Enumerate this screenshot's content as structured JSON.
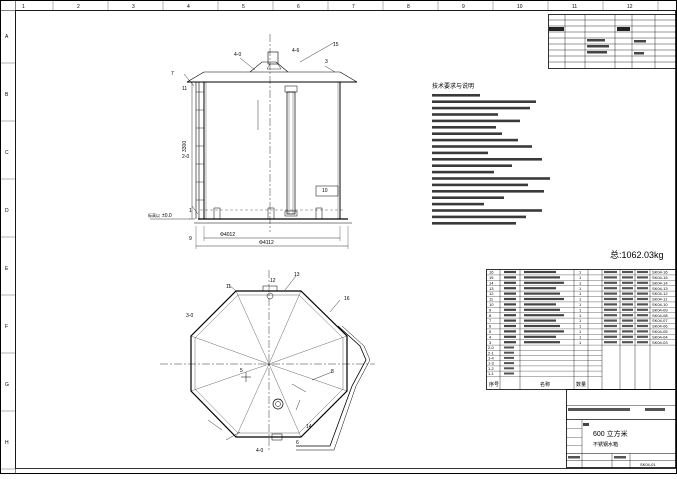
{
  "frame": {
    "top_zones": [
      "1",
      "2",
      "3",
      "4",
      "5",
      "6",
      "7",
      "8",
      "9",
      "10",
      "11",
      "12"
    ],
    "left_zones": [
      "A",
      "B",
      "C",
      "D",
      "E",
      "F",
      "G",
      "H"
    ]
  },
  "weight_label": "总:1062.03kg",
  "elevation_label": "±0.0",
  "elevation_note": "标高以",
  "dim_diameter": "Φ4112",
  "dim_inner": "Φ4012",
  "dim_height": "3300",
  "notes_title": "技术要求与说明",
  "callouts_elev": [
    "15",
    "3",
    "4-6",
    "4-0",
    "7",
    "11",
    "2-0",
    "10",
    "1",
    "9"
  ],
  "callouts_plan": [
    "11",
    "13",
    "12",
    "16",
    "3-0",
    "8",
    "5",
    "14",
    "4-0",
    "6"
  ],
  "parts": [
    {
      "no": "16",
      "qty": "1",
      "remark": "SK04-16"
    },
    {
      "no": "15",
      "qty": "1",
      "remark": "SK04-15"
    },
    {
      "no": "14",
      "qty": "1",
      "remark": "SK04-14"
    },
    {
      "no": "13",
      "qty": "1",
      "remark": "SK04-13"
    },
    {
      "no": "12",
      "qty": "1",
      "remark": "SK04-12"
    },
    {
      "no": "11",
      "qty": "1",
      "remark": "SK04-11"
    },
    {
      "no": "10",
      "qty": "1",
      "remark": "SK04-10"
    },
    {
      "no": "9",
      "qty": "1",
      "remark": "SK04-09"
    },
    {
      "no": "8",
      "qty": "1",
      "remark": "SK04-08"
    },
    {
      "no": "7",
      "qty": "1",
      "remark": "SK04-07"
    },
    {
      "no": "6",
      "qty": "1",
      "remark": "SK04-06"
    },
    {
      "no": "5",
      "qty": "1",
      "remark": "SK04-05"
    },
    {
      "no": "4",
      "qty": "1",
      "remark": "SK04-04"
    },
    {
      "no": "3",
      "qty": "1",
      "remark": "SK04-03"
    }
  ],
  "sub_parts": [
    "2-0",
    "2-1",
    "1-4",
    "1-3",
    "1-2",
    "1-1"
  ],
  "parts_header": {
    "no": "序号",
    "name": "名称",
    "qty": "数量"
  },
  "title_block": {
    "title_main": "600 立方米",
    "title_sub": "不锈钢水箱",
    "dwg_no": "SK04-01"
  }
}
